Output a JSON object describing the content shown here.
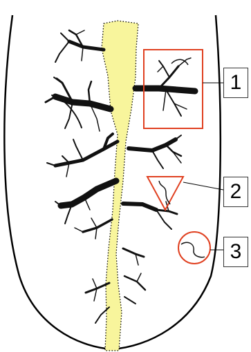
{
  "callouts": [
    {
      "label": "1",
      "marker_shape": "rectangle"
    },
    {
      "label": "2",
      "marker_shape": "triangle"
    },
    {
      "label": "3",
      "marker_shape": "circle"
    }
  ],
  "colors": {
    "outline": "#000000",
    "stem_fill": "#f8f59c",
    "marker": "#e04020",
    "branch": "#111111"
  },
  "icons": [
    "root-outline-icon",
    "stem-icon",
    "branch-icon"
  ]
}
